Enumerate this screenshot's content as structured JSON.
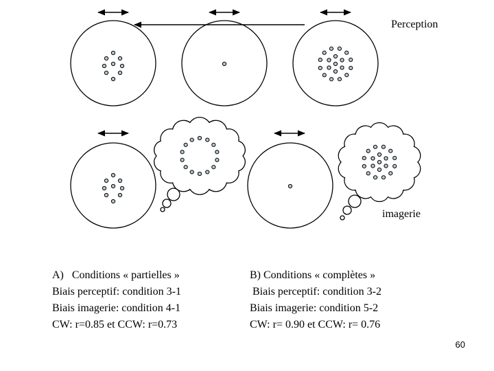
{
  "labels": {
    "perception": "Perception",
    "imagerie": "imagerie"
  },
  "captions": {
    "a": {
      "line1": "A)   Conditions « partielles »",
      "line2": "Biais perceptif: condition 3-1",
      "line3": "Biais imagerie: condition 4-1",
      "line4": "CW: r=0.85 et CCW: r=0.73"
    },
    "b": {
      "line1": "B) Conditions « complètes »",
      "line2": " Biais perceptif: condition 3-2",
      "line3": "Biais imagerie: condition 5-2",
      "line4": "CW: r= 0.90 et CCW: r= 0.76"
    }
  },
  "page_number": "60",
  "colors": {
    "dot_fill": "#b8c8d0",
    "stroke": "#000000"
  },
  "icons": [
    "double-arrow-icon",
    "thought-bubble-icon"
  ]
}
